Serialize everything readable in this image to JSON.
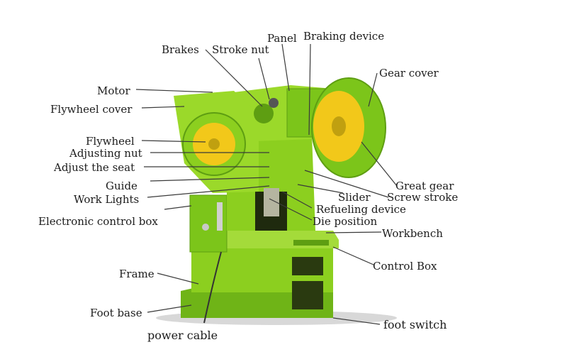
{
  "labels": {
    "brakes": "Brakes",
    "stroke_nut": "Stroke nut",
    "panel": "Panel",
    "braking_device": "Braking device",
    "gear_cover": "Gear cover",
    "motor": "Motor",
    "flywheel_cover": "Flywheel cover",
    "flywheel": "Flywheel",
    "adjusting_nut": "Adjusting nut",
    "adjust_the_seat": "Adjust the seat",
    "guide": "Guide",
    "work_lights": "Work Lights",
    "electronic_control_box": "Electronic control box",
    "great_gear": "Great gear",
    "slider": "Slider",
    "screw_stroke": "Screw stroke",
    "refueling_device": "Refueling device",
    "die_position": "Die position",
    "workbench": "Workbench",
    "control_box": "Control Box",
    "frame": "Frame",
    "foot_base": "Foot base",
    "power_cable": "power cable",
    "foot_switch": "foot switch"
  },
  "colors": {
    "machine_green": "#8ccf1f",
    "machine_dark": "#5e9e12",
    "flywheel_yellow": "#f2c81a",
    "leader_line": "#3a3a3a",
    "text": "#1c1c1c"
  }
}
